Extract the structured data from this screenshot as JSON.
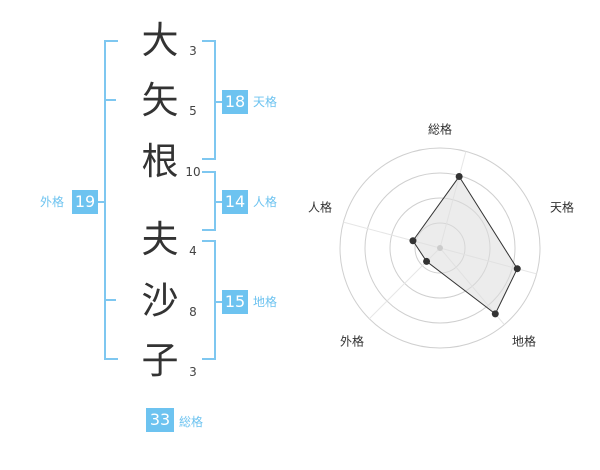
{
  "name": {
    "surname": [
      {
        "char": "大",
        "strokes": "3"
      },
      {
        "char": "矢",
        "strokes": "5"
      },
      {
        "char": "根",
        "strokes": "10"
      }
    ],
    "given": [
      {
        "char": "夫",
        "strokes": "4"
      },
      {
        "char": "沙",
        "strokes": "8"
      },
      {
        "char": "子",
        "strokes": "3"
      }
    ]
  },
  "scores": {
    "tenkaku": {
      "value": "18",
      "label": "天格"
    },
    "jinkaku": {
      "value": "14",
      "label": "人格"
    },
    "chikaku": {
      "value": "15",
      "label": "地格"
    },
    "gaikaku": {
      "value": "19",
      "label": "外格"
    },
    "soukaku": {
      "value": "33",
      "label": "総格"
    }
  },
  "colors": {
    "accent": "#6dc3f0",
    "bracket": "#7ec7f0"
  },
  "chart_data": {
    "type": "radar",
    "axes": [
      "総格",
      "天格",
      "地格",
      "外格",
      "人格"
    ],
    "values": [
      0.74,
      0.8,
      0.86,
      0.19,
      0.28
    ],
    "range": [
      0,
      1
    ],
    "rings": 4
  }
}
